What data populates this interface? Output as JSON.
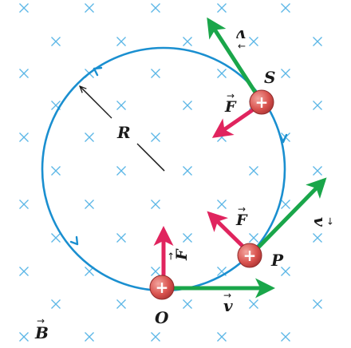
{
  "diagram": {
    "radius_label": "R",
    "field_label": "B",
    "field_arrow": "→",
    "points": {
      "O": {
        "label": "O",
        "charge": "+",
        "velocity_label": "v",
        "force_label": "F"
      },
      "P": {
        "label": "P",
        "charge": "+",
        "velocity_label": "v",
        "force_label": "F"
      },
      "S": {
        "label": "S",
        "charge": "+",
        "velocity_label": "v",
        "force_label": "F"
      }
    },
    "vector_arrow": "→",
    "colors": {
      "orbit": "#1a8fd0",
      "velocity": "#1aa64a",
      "force": "#e0245e",
      "field_marks": "#5bb6e6",
      "charge_fill": "#d9534f",
      "text": "#1a1a1a"
    }
  }
}
